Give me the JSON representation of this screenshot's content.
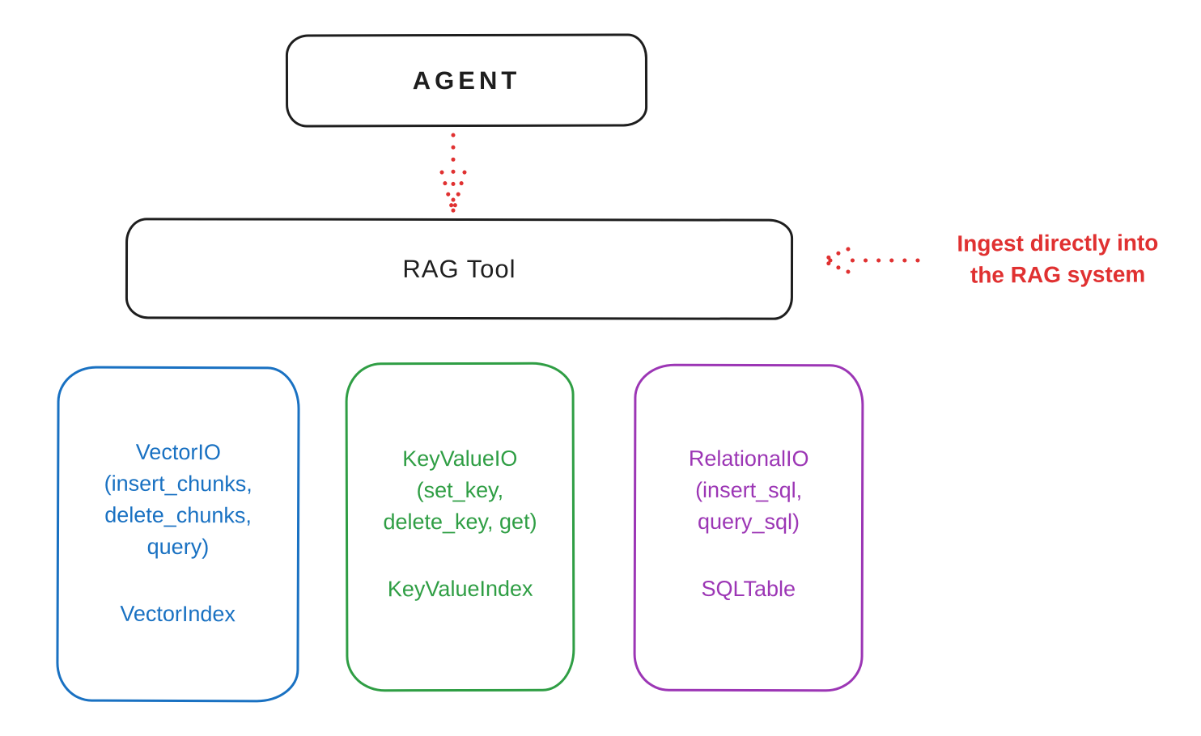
{
  "palette": {
    "ink": "#1e1e1e",
    "red": "#e03131",
    "blue": "#1971c2",
    "green": "#2f9e44",
    "purple": "#9c36b5",
    "background": "#ffffff"
  },
  "agent": {
    "label": "AGENT"
  },
  "rag_tool": {
    "label": "RAG Tool"
  },
  "annotation": {
    "lines": [
      "Ingest directly into",
      "the RAG system"
    ],
    "color": "#e03131"
  },
  "storage": {
    "vector": {
      "lines": [
        "VectorIO",
        "(insert_chunks,",
        "delete_chunks,",
        "query)"
      ],
      "index_class": "VectorIndex",
      "color": "#1971c2"
    },
    "keyvalue": {
      "lines": [
        "KeyValueIO",
        "(set_key,",
        "delete_key, get)"
      ],
      "index_class": "KeyValueIndex",
      "color": "#2f9e44"
    },
    "relational": {
      "lines": [
        "RelationalIO",
        "(insert_sql,",
        "query_sql)"
      ],
      "index_class": "SQLTable",
      "color": "#9c36b5"
    }
  },
  "arrows": {
    "agent_to_rag": {
      "style": "dotted",
      "direction": "down",
      "color": "#e03131"
    },
    "ingest_to_rag": {
      "style": "dotted",
      "direction": "left",
      "color": "#e03131"
    }
  }
}
